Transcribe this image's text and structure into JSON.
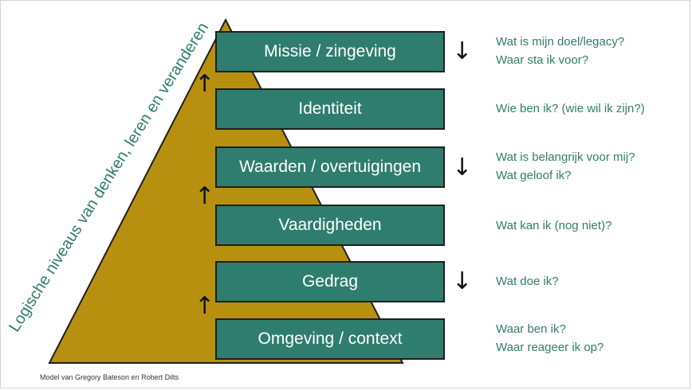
{
  "colors": {
    "pyramid": "#b8900f",
    "box": "#2f7d6e",
    "text_accent": "#2f7d6e"
  },
  "side_label": "Logische niveaus van denken, leren en veranderen",
  "levels": [
    {
      "label": "Missie / zingeving",
      "questions": [
        "Wat is mijn doel/legacy?",
        "Waar sta ik voor?"
      ]
    },
    {
      "label": "Identiteit",
      "questions": [
        "Wie ben ik? (wie wil ik zijn?)"
      ]
    },
    {
      "label": "Waarden / overtuigingen",
      "questions": [
        "Wat is belangrijk voor mij?",
        "Wat geloof ik?"
      ]
    },
    {
      "label": "Vaardigheden",
      "questions": [
        "Wat kan ik (nog niet)?"
      ]
    },
    {
      "label": "Gedrag",
      "questions": [
        "Wat doe ik?"
      ]
    },
    {
      "label": "Omgeving / context",
      "questions": [
        "Waar ben ik?",
        "Waar reageer ik op?"
      ]
    }
  ],
  "up_arrow": "↑",
  "down_arrow": "↓",
  "footnote": "Model van Gregory Bateson en Robert Dilts"
}
